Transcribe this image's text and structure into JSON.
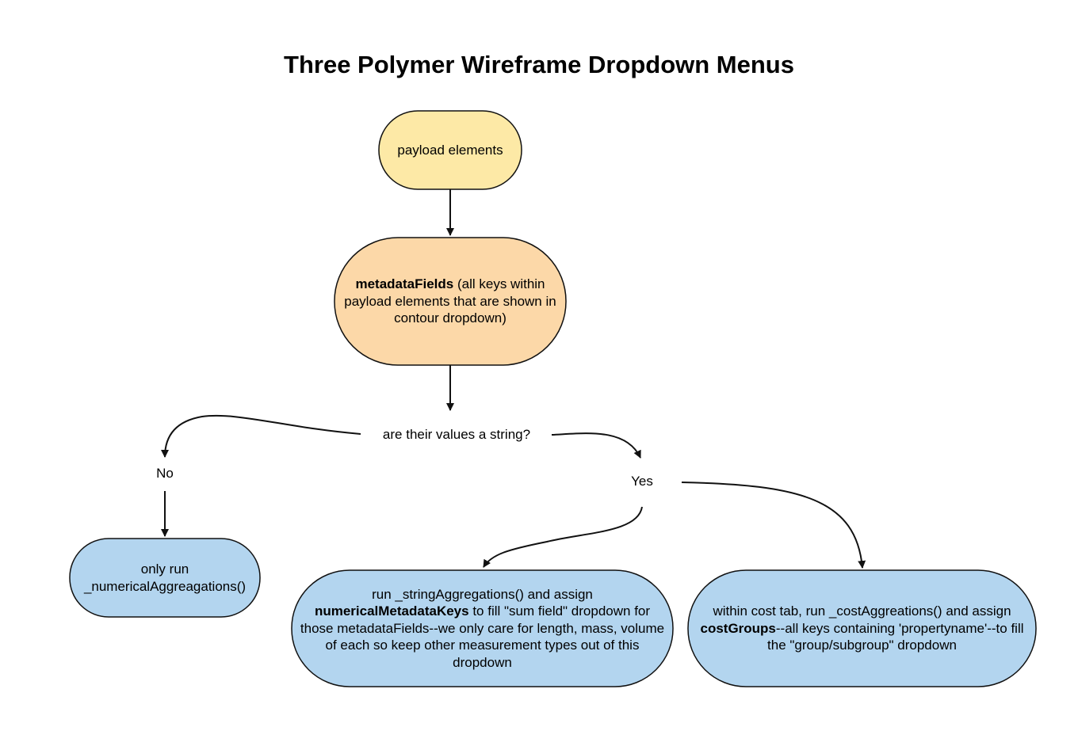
{
  "title": "Three Polymer Wireframe Dropdown Menus",
  "colors": {
    "payload_fill": "#fde9a6",
    "metadata_fill": "#fcd8a8",
    "result_fill": "#b3d5ef",
    "stroke": "#111111"
  },
  "nodes": {
    "payload": {
      "text": "payload elements"
    },
    "metadata": {
      "bold": "metadataFields",
      "text": " (all keys within payload elements that are shown in contour dropdown)"
    },
    "numerical": {
      "text": "only run _numericalAggreagations()"
    },
    "string_agg": {
      "pre": "run _stringAggregations() and assign ",
      "bold": "numericalMetadataKeys",
      "post": " to fill \"sum field\" dropdown for those metadataFields--we only care for length, mass, volume of each so keep other measurement types out of this dropdown"
    },
    "cost_agg": {
      "pre": "within cost tab, run _costAggreations() and assign ",
      "bold": "costGroups",
      "post": "--all keys containing 'propertyname'--to fill the \"group/subgroup\" dropdown"
    }
  },
  "labels": {
    "question": "are their values a string?",
    "no": "No",
    "yes": "Yes"
  }
}
